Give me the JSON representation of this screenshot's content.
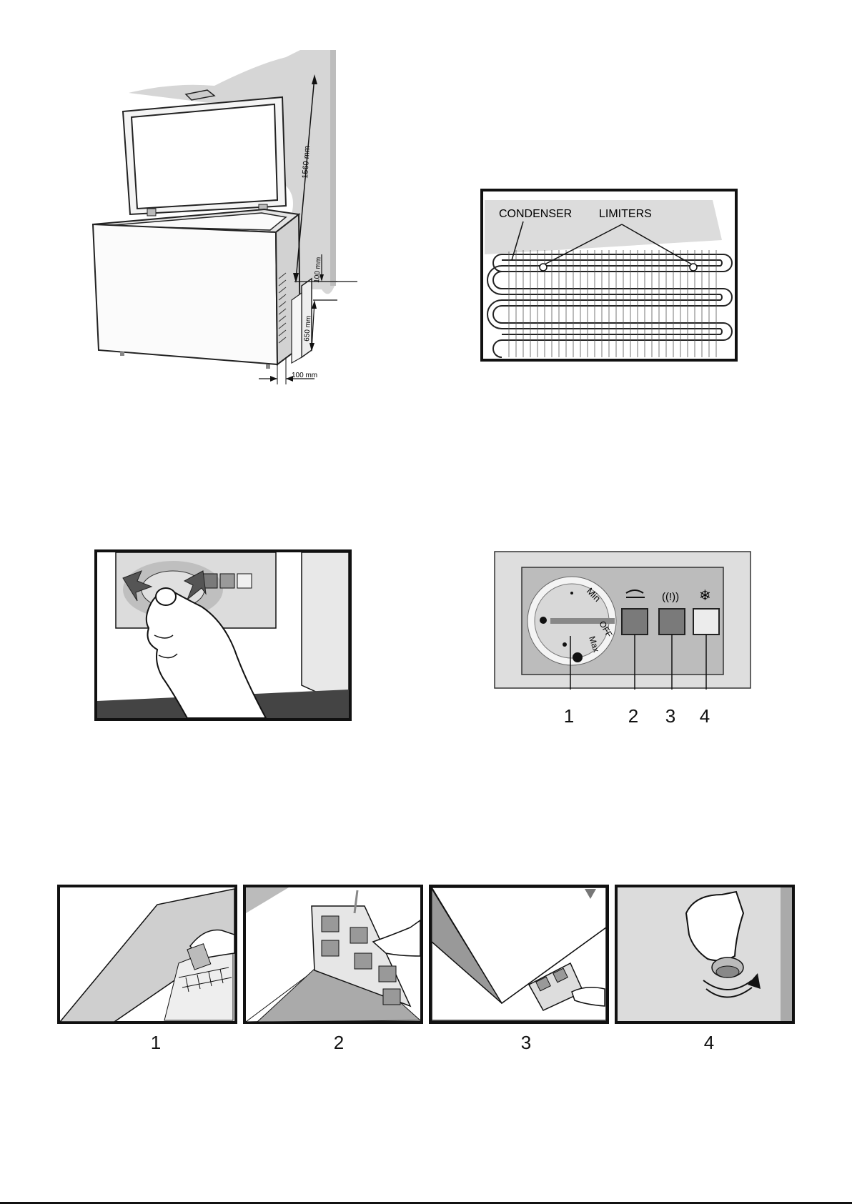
{
  "dimensions": {
    "height": "1560 mm",
    "top_clearance": "100 mm",
    "side_clearance": "650 mm",
    "rear_clearance": "100 mm"
  },
  "condenser_figure": {
    "label_condenser": "CONDENSER",
    "label_limiters": "LIMITERS"
  },
  "control_panel": {
    "dial_min": "Min",
    "dial_off": "OFF",
    "dial_max": "Max",
    "callouts": [
      "1",
      "2",
      "3",
      "4"
    ],
    "indicator_colors": [
      "#7a7a7a",
      "#7a7a7a",
      "#ececec"
    ]
  },
  "steps": {
    "labels": [
      "1",
      "2",
      "3",
      "4"
    ]
  }
}
